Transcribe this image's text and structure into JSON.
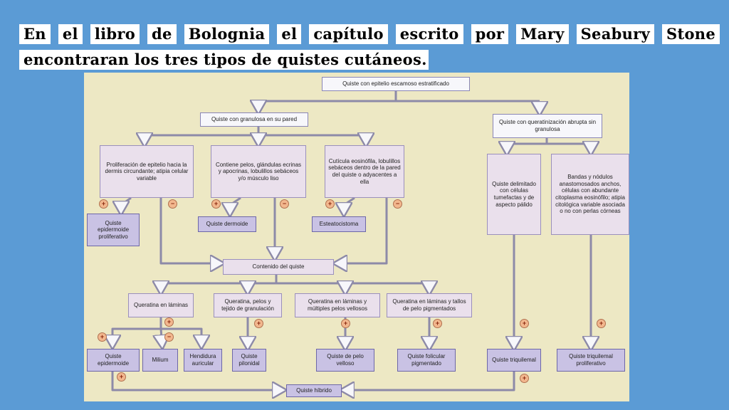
{
  "header": {
    "line1_words": [
      "En",
      "el",
      "libro",
      "de",
      "Bolognia",
      "el",
      "capítulo",
      "escrito",
      "por",
      "Mary",
      "Seabury",
      "Stone"
    ],
    "line2": "encontraran los tres tipos de quistes cutáneos."
  },
  "diagram": {
    "root": "Quiste con epitelio escamoso estratificado",
    "granulosa": "Quiste con granulosa en su pared",
    "queratinizacion": "Quiste con queratinización abrupta sin granulosa",
    "proliferacion": "Proliferación de epitelio hacia la dermis circundante; atipia celular variable",
    "pelos": "Contiene pelos, glándulas ecrinas y apocrinas, lobulillos sebáceos y/o músculo liso",
    "cuticula": "Cutícula eosinófila, lobulillos sebáceos dentro de la pared del quiste o adyacentes a ella",
    "delimitado": "Quiste delimitado con células tumefactas y de aspecto pálido",
    "bandas": "Bandas y nódulos anastomosados anchos, células con abundante citoplasma eosinófilo; atipia citológica variable asociada o no con perlas córneas",
    "epidermoide_prolif": "Quiste epidermoide proliferativo",
    "dermoide": "Quiste dermoide",
    "esteatocistoma": "Esteatocistoma",
    "contenido": "Contenido del quiste",
    "queratina_laminas": "Queratina en láminas",
    "queratina_pelos_tejido": "Queratina, pelos y tejido de granulación",
    "queratina_vellosos": "Queratina en láminas y múltiples pelos vellosos",
    "queratina_tallos": "Queratina en láminas y tallos de pelo pigmentados",
    "epidermoide": "Quiste epidermoide",
    "milium": "Milium",
    "hendidura": "Hendidura auricular",
    "pilonidal": "Quiste pilonidal",
    "pelo_velloso": "Quiste de pelo velloso",
    "folicular": "Quiste folicular pigmentado",
    "triquilemal": "Quiste triquilemal",
    "triquilemal_prolif": "Quiste triquilemal proliferativo",
    "hibrido": "Quiste híbrido",
    "plus": "+",
    "minus": "−",
    "line_color": "#8d8aa8",
    "bg_color": "#ede8c4"
  }
}
